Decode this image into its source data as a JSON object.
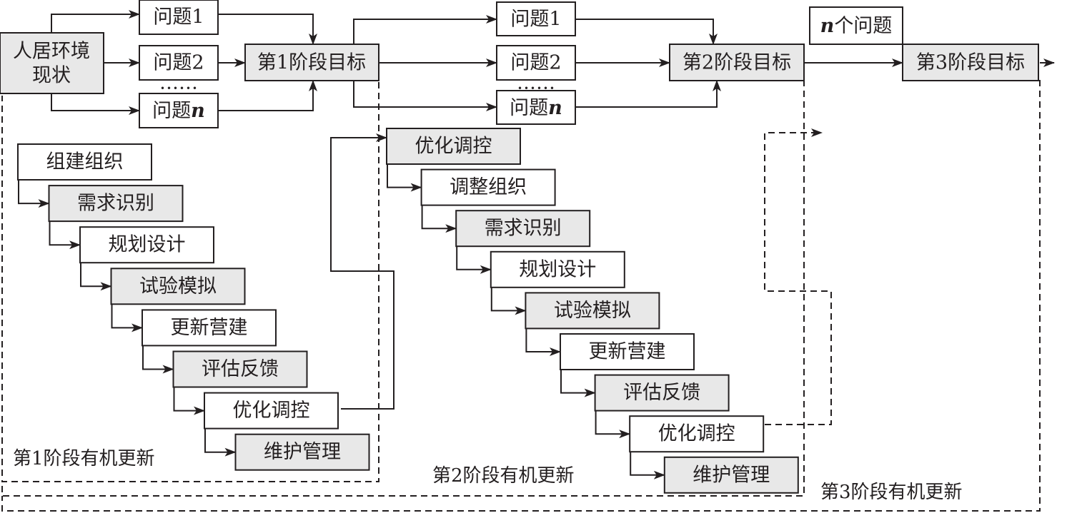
{
  "start": {
    "line1": "人居环境",
    "line2": "现状"
  },
  "problems": {
    "p1": "问题1",
    "p2": "问题2",
    "pn_prefix": "问题",
    "pn_suffix": "n",
    "ellipsis": "……"
  },
  "n_problems": {
    "prefix": "n",
    "suffix": "个问题"
  },
  "stage_goals": {
    "g1": "第1阶段目标",
    "g2": "第2阶段目标",
    "g3": "第3阶段目标"
  },
  "stage1_steps": [
    "组建组织",
    "需求识别",
    "规划设计",
    "试验模拟",
    "更新营建",
    "评估反馈",
    "优化调控",
    "维护管理"
  ],
  "stage2_steps": [
    "优化调控",
    "调整组织",
    "需求识别",
    "规划设计",
    "试验模拟",
    "更新营建",
    "评估反馈",
    "优化调控",
    "维护管理"
  ],
  "stage_labels": {
    "s1": "第1阶段有机更新",
    "s2": "第2阶段有机更新",
    "s3": "第3阶段有机更新"
  }
}
